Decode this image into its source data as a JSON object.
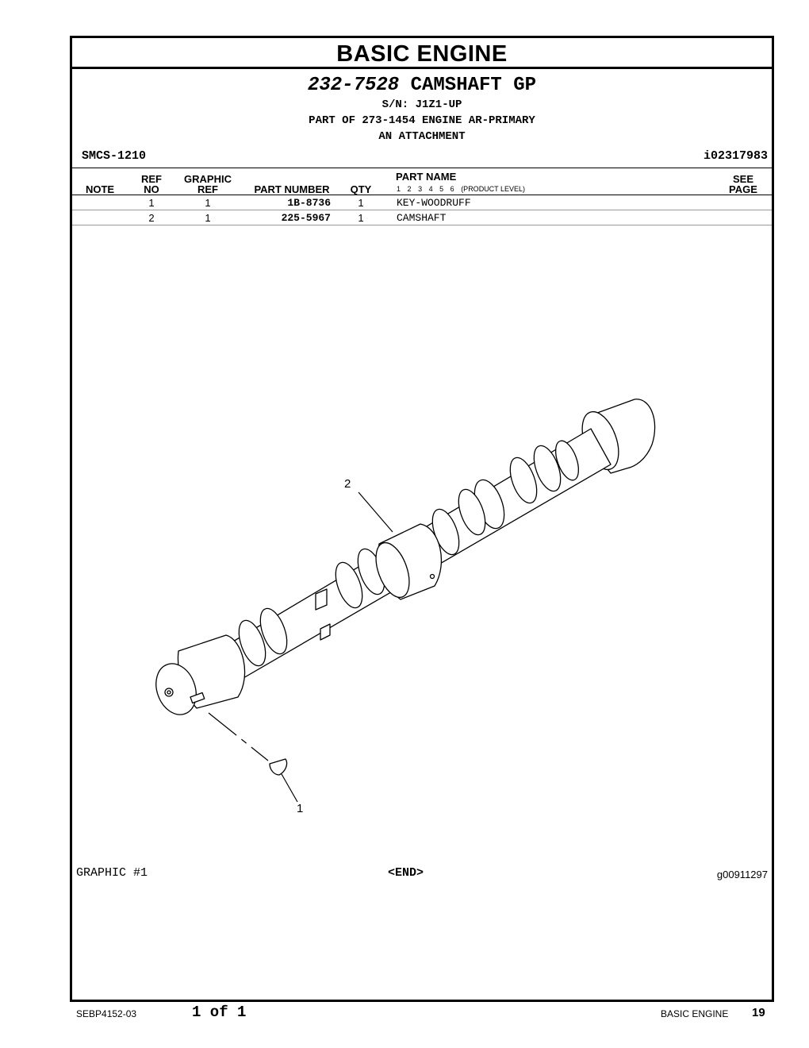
{
  "section_title": "BASIC ENGINE",
  "group": {
    "number": "232-7528",
    "name": "CAMSHAFT GP",
    "serial": "S/N: J1Z1-UP",
    "part_of": "PART OF 273-1454 ENGINE AR-PRIMARY",
    "attachment": "AN ATTACHMENT"
  },
  "smcs": "SMCS-1210",
  "doc_id": "i02317983",
  "columns": {
    "note": "NOTE",
    "ref_top": "REF",
    "ref_bottom": "NO",
    "graphic_top": "GRAPHIC",
    "graphic_bottom": "REF",
    "part_number": "PART NUMBER",
    "qty": "QTY",
    "part_name": "PART NAME",
    "levels": [
      "1",
      "2",
      "3",
      "4",
      "5",
      "6"
    ],
    "product_level": "(PRODUCT LEVEL)",
    "see_top": "SEE",
    "see_bottom": "PAGE"
  },
  "parts": [
    {
      "ref_no": "1",
      "graphic_ref": "1",
      "part_number": "1B-8736",
      "qty": "1",
      "part_name": "KEY-WOODRUFF"
    },
    {
      "ref_no": "2",
      "graphic_ref": "1",
      "part_number": "225-5967",
      "qty": "1",
      "part_name": "CAMSHAFT"
    }
  ],
  "illustration": {
    "callouts": [
      "2",
      "1"
    ]
  },
  "graphic_label": "GRAPHIC #1",
  "end_marker": "<END>",
  "graphic_id": "g00911297",
  "footer": {
    "doc_number": "SEBP4152-03",
    "page_of": "1 of 1",
    "section": "BASIC ENGINE",
    "page_number": "19"
  }
}
